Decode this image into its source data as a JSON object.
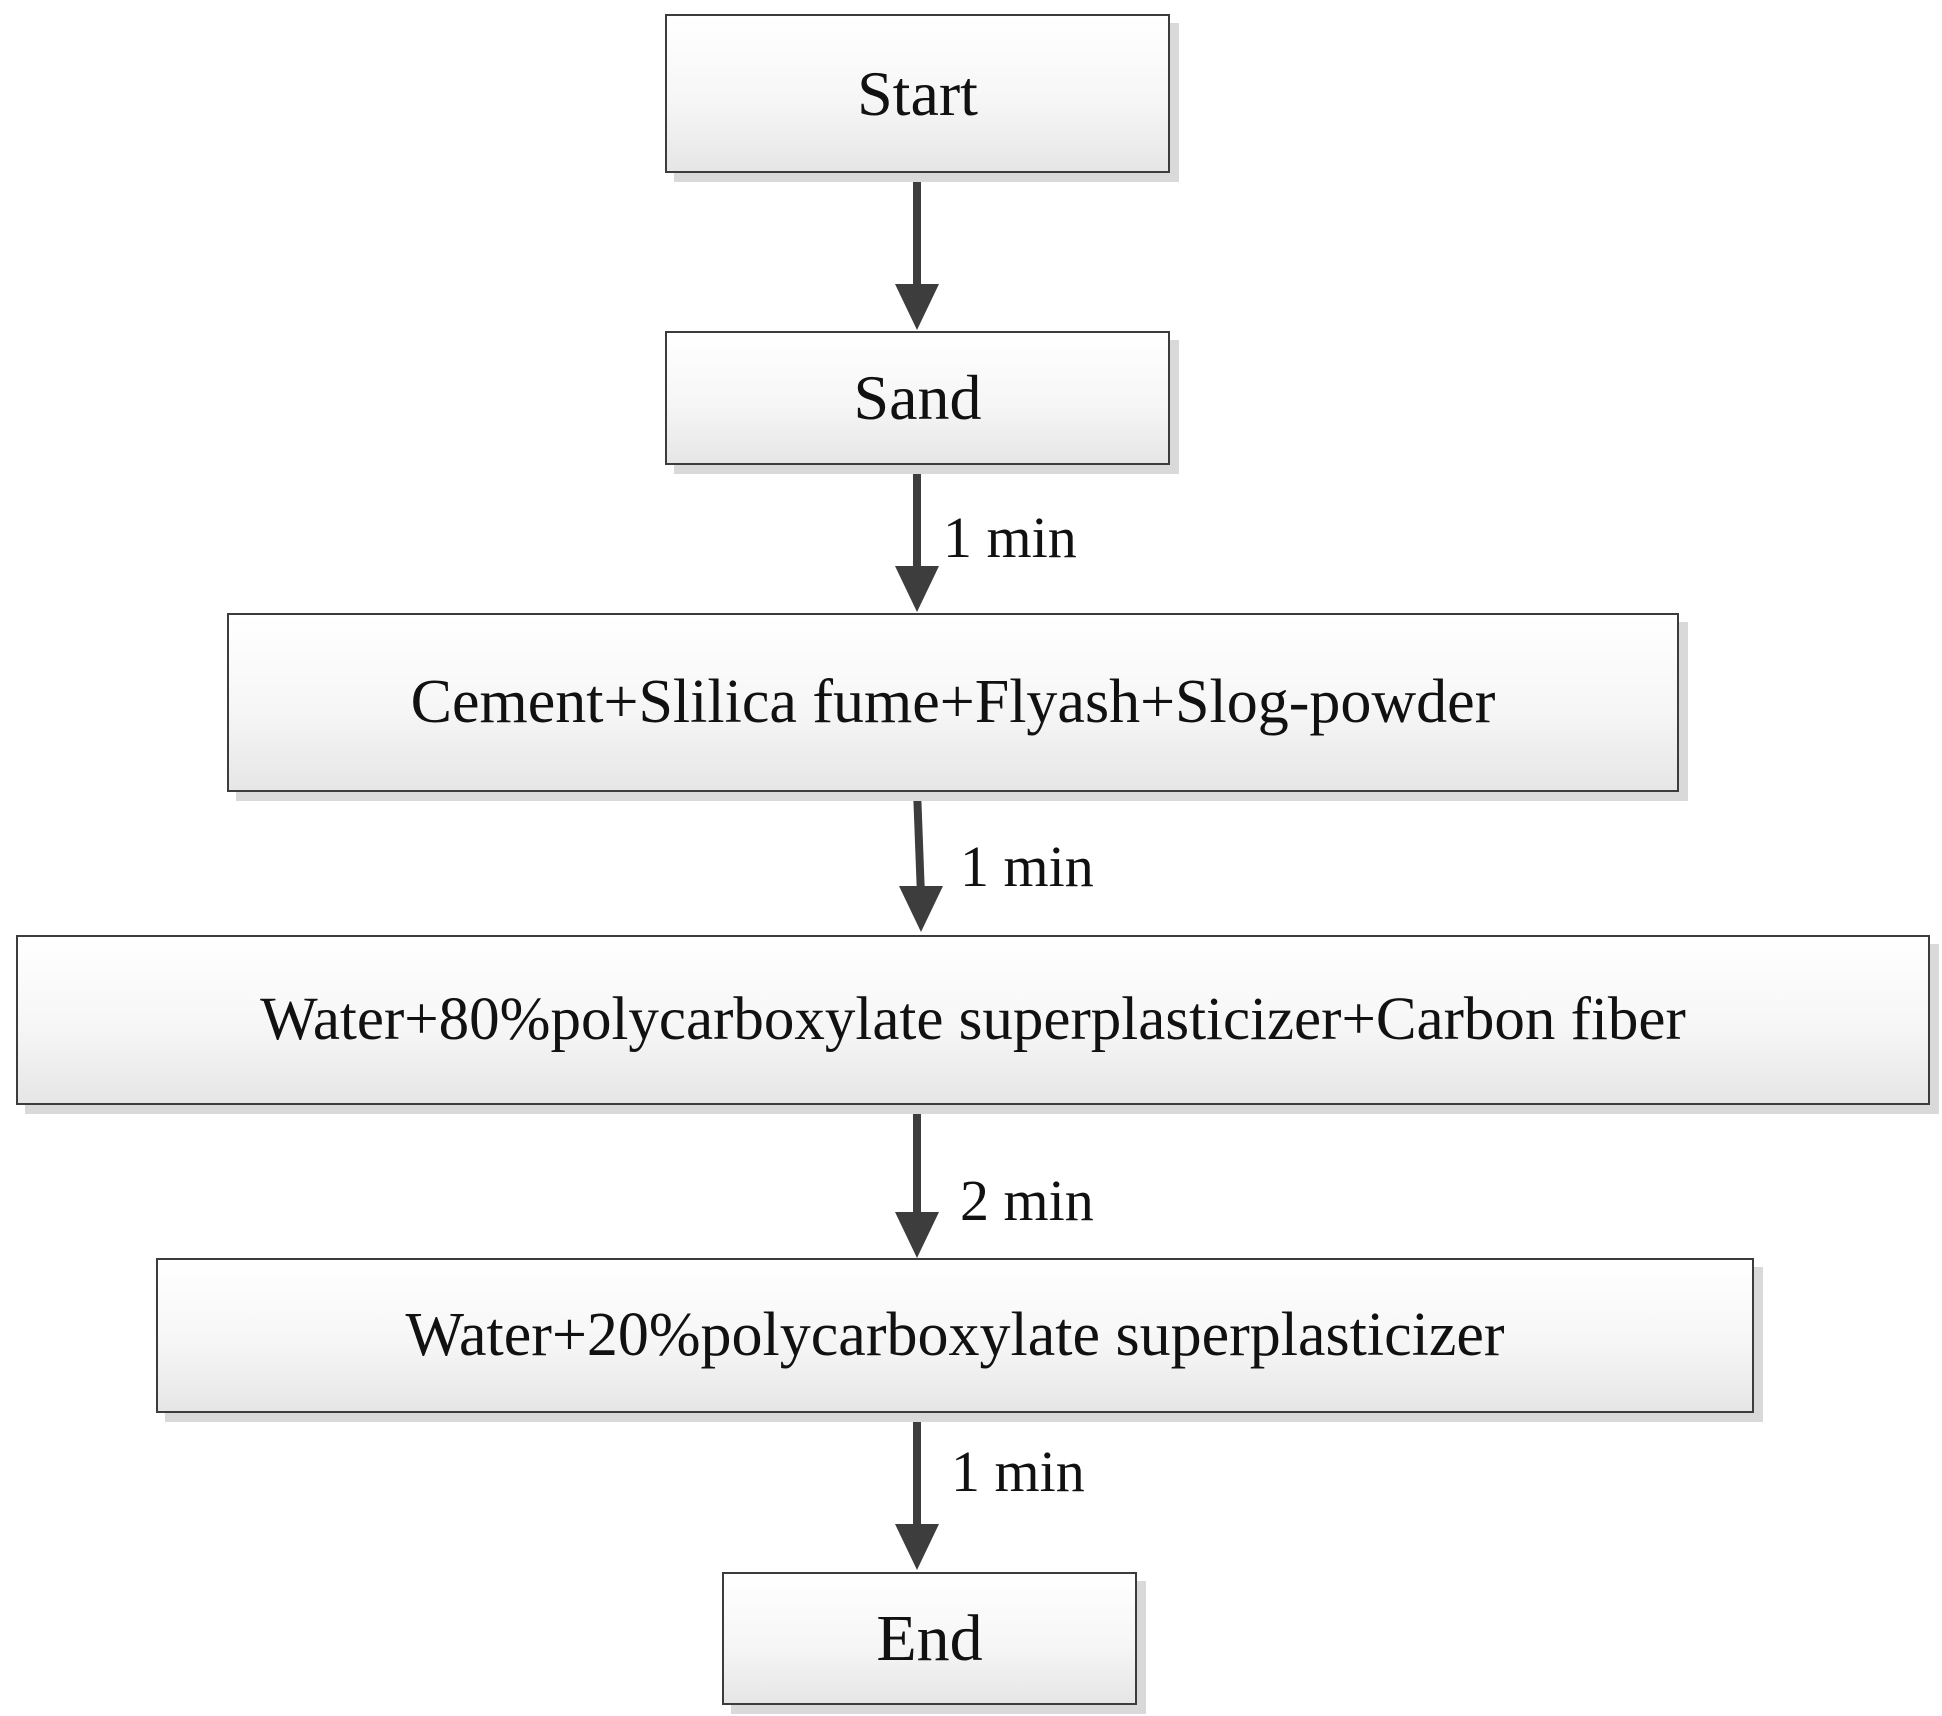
{
  "nodes": {
    "start": "Start",
    "sand": "Sand",
    "cement_mix": "Cement+Slilica fume+Flyash+Slog-powder",
    "water_80": "Water+80%polycarboxylate superplasticizer+Carbon fiber",
    "water_20": "Water+20%polycarboxylate superplasticizer",
    "end": "End"
  },
  "edges": [
    {
      "from": "start",
      "to": "sand",
      "label": ""
    },
    {
      "from": "sand",
      "to": "cement_mix",
      "label": "1 min"
    },
    {
      "from": "cement_mix",
      "to": "water_80",
      "label": "1 min"
    },
    {
      "from": "water_80",
      "to": "water_20",
      "label": "2 min"
    },
    {
      "from": "water_20",
      "to": "end",
      "label": "1 min"
    }
  ],
  "colors": {
    "stroke": "#3c3c3c",
    "arrow": "#3d3d3d",
    "shadow": "#d9d9d9"
  }
}
